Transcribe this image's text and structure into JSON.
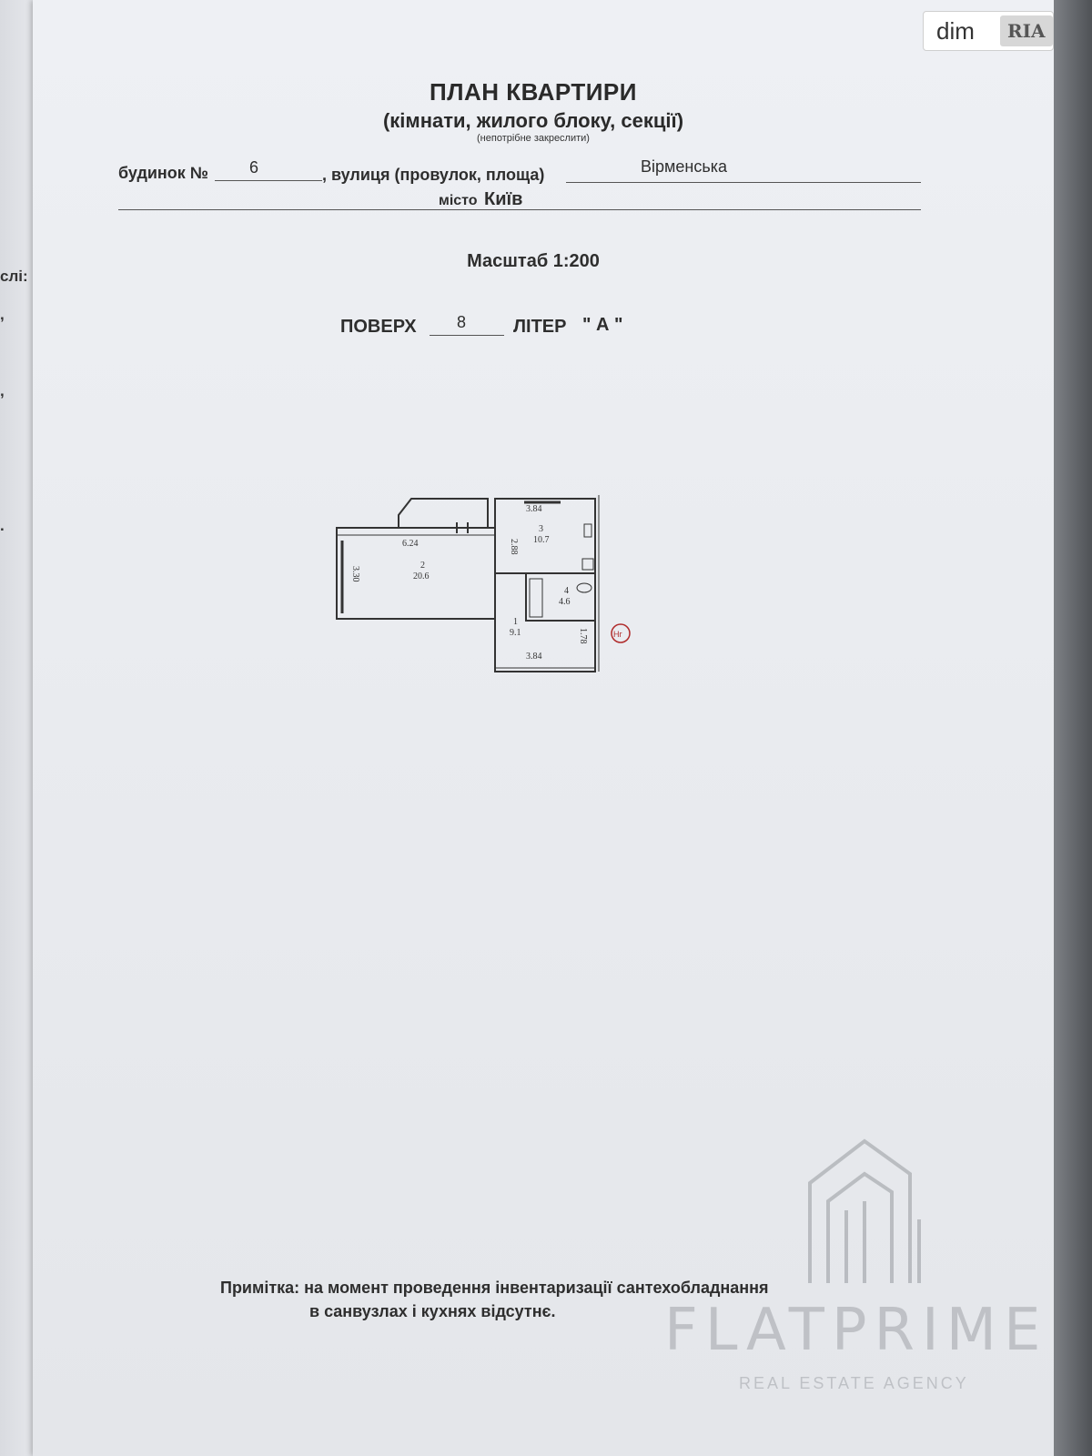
{
  "document": {
    "title": "ПЛАН КВАРТИРИ",
    "subtitle": "(кімнати, жилого блоку, секції)",
    "subtitle_note": "(непотрібне закреслити)",
    "house_label": "будинок №",
    "house_number": "6",
    "street_label": ", вулиця (провулок, площа)",
    "street_value": "Вірменська",
    "city_label": "місто",
    "city_value": "Київ",
    "scale": "Масштаб 1:200",
    "floor_label": "ПОВЕРХ",
    "floor_value": "8",
    "letter_label": "ЛІТЕР",
    "letter_value": "\" А \"",
    "footnote_line1": "Примітка: на момент проведення інвентаризації сантехобладнання",
    "footnote_line2": "в санвузлах і кухнях відсутнє.",
    "left_cut": [
      "слі:",
      ",",
      ",",
      "."
    ]
  },
  "plan": {
    "rooms": [
      {
        "number": "1",
        "area": "9.1"
      },
      {
        "number": "2",
        "area": "20.6"
      },
      {
        "number": "3",
        "area": "10.7"
      },
      {
        "number": "4",
        "area": "4.6"
      }
    ],
    "dimensions": {
      "room3_top": "3.84",
      "room3_side": "2.88",
      "room2_top": "6.24",
      "room2_side": "3.30",
      "room1_bottom": "3.84",
      "room1_side": "1.78"
    },
    "marker": "Нг"
  },
  "badges": {
    "dim": "dim",
    "ria": "RIA"
  },
  "watermark": {
    "name": "FLATPRIME",
    "tagline": "REAL ESTATE AGENCY"
  }
}
